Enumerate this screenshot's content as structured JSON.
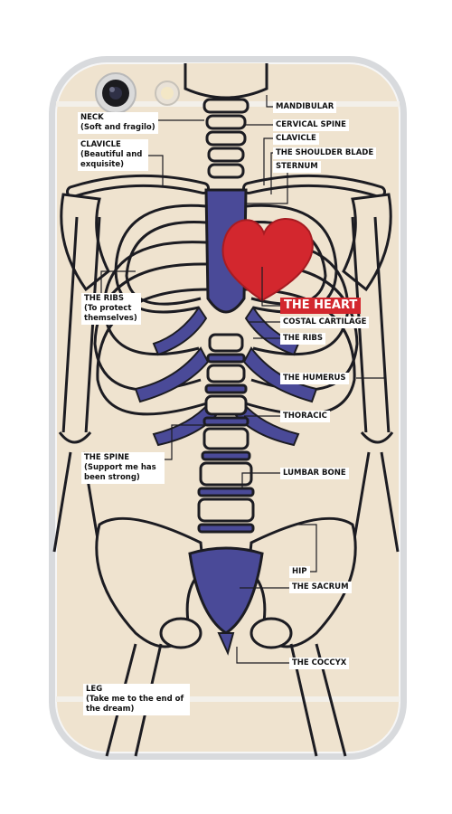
{
  "colors": {
    "case_fill": "#efe3cf",
    "case_edge": "#d8dadd",
    "bone_outline": "#1c1c22",
    "spine_accent": "#4a4a98",
    "heart": "#d3272e",
    "label_bg": "#ffffff"
  },
  "icons": {
    "camera": "camera-lens-icon",
    "flash": "flash-icon"
  },
  "labels": {
    "neck": {
      "title": "NECK",
      "sub": "(Soft and fragilo)"
    },
    "clavicle_left": {
      "title": "CLAVICLE",
      "sub": "(Beautiful and exquisite)"
    },
    "ribs_left": {
      "title": "THE RIBS",
      "sub": "(To protect themselves)"
    },
    "spine": {
      "title": "THE SPINE",
      "sub": "(Support me has been strong)"
    },
    "leg": {
      "title": "LEG",
      "sub": "(Take me to the end of the dream)"
    },
    "mandibular": "MANDIBULAR",
    "cervical_spine": "CERVICAL SPINE",
    "clavicle_right": "CLAVICLE",
    "shoulder_blade": "THE SHOULDER BLADE",
    "sternum": "STERNUM",
    "heart": "THE HEART",
    "costal_cartilage": "COSTAL CARTILAGE",
    "ribs_right": "THE RIBS",
    "humerus": "THE HUMERUS",
    "thoracic": "THORACIC",
    "lumbar_bone": "LUMBAR BONE",
    "hip": "HIP",
    "sacrum": "THE SACRUM",
    "coccyx": "THE COCCYX"
  }
}
